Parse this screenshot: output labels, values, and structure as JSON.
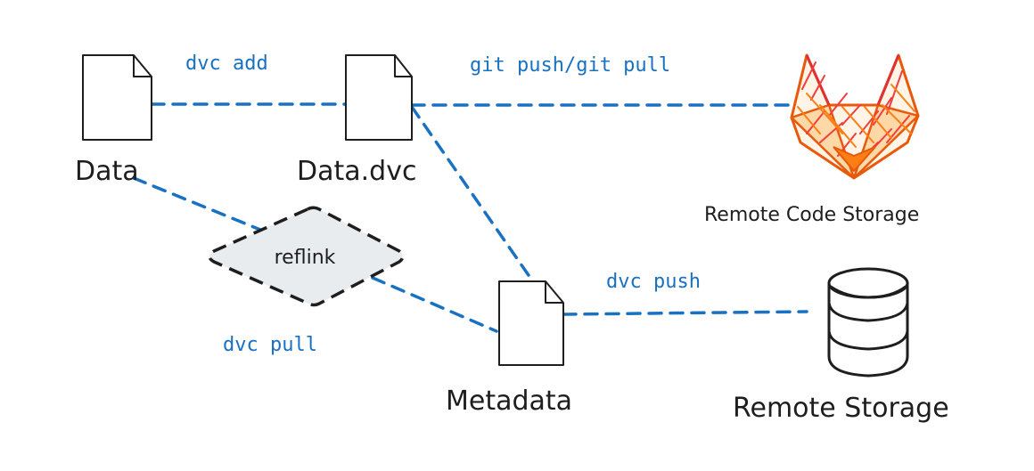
{
  "colors": {
    "edge": "#1971c2",
    "ink": "#1e1e1e",
    "diamond_fill": "#e9ecef",
    "gitlab_red": "#e8590c",
    "gitlab_orange": "#fd7e14"
  },
  "nodes": {
    "data": {
      "label": "Data",
      "icon": "document-icon"
    },
    "data_dvc": {
      "label": "Data.dvc",
      "icon": "document-icon"
    },
    "metadata": {
      "label": "Metadata",
      "icon": "document-icon"
    },
    "remote_code_storage": {
      "label": "Remote Code Storage",
      "icon": "gitlab-fox-icon"
    },
    "remote_storage": {
      "label": "Remote Storage",
      "icon": "database-cylinder-icon"
    },
    "reflink": {
      "label": "reflink"
    }
  },
  "edges": {
    "dvc_add": "dvc add",
    "git_push_pull": "git push/git pull",
    "dvc_push": "dvc push",
    "dvc_pull": "dvc pull"
  }
}
